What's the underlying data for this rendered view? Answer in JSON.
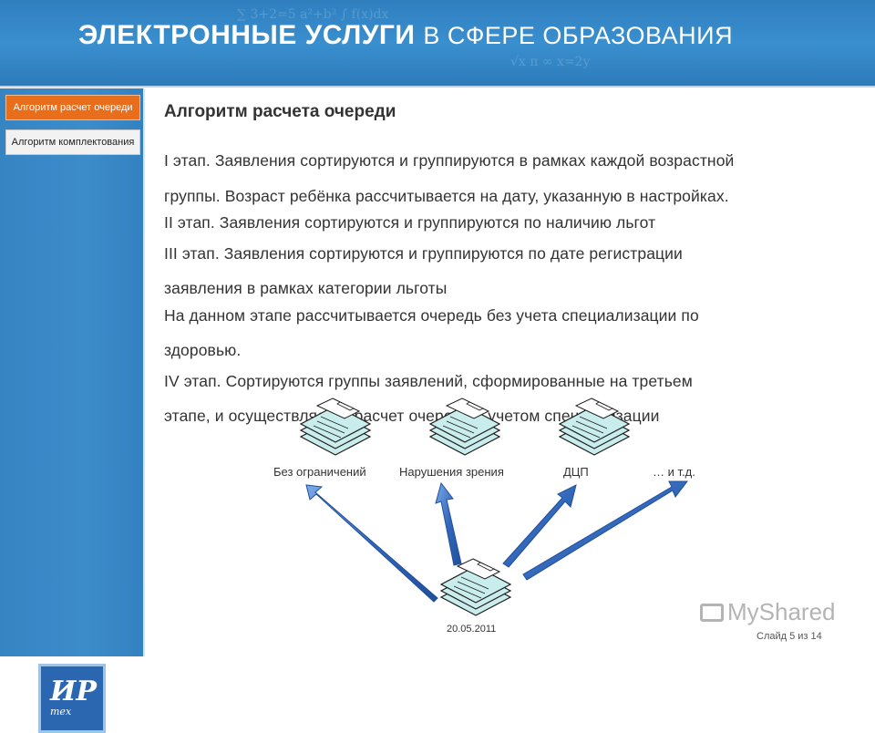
{
  "header": {
    "title_bold": "ЭЛЕКТРОННЫЕ УСЛУГИ",
    "title_light": "В СФЕРЕ ОБРАЗОВАНИЯ"
  },
  "sidebar": {
    "items": [
      {
        "label": "Алгоритм расчет очереди",
        "active": true
      },
      {
        "label": "Алгоритм комплектования",
        "active": false
      }
    ],
    "logo": {
      "mark": "ИР",
      "sub": "тех"
    }
  },
  "content": {
    "title": "Алгоритм расчета очереди",
    "paragraphs": [
      "I этап. Заявления сортируются и группируются в рамках каждой возрастной",
      "группы. Возраст ребёнка рассчитывается на дату, указанную в настройках.",
      "II этап. Заявления сортируются и группируются по наличию льгот",
      "III этап. Заявления сортируются и группируются по дате регистрации",
      "заявления в рамках категории льготы",
      "На данном этапе рассчитывается очередь без учета специализации по",
      "здоровью.",
      "IV этап. Сортируются группы заявлений, сформированные на третьем",
      "этапе, и осуществляется расчет очереди с учетом специализации"
    ]
  },
  "diagram": {
    "labels": [
      "Без ограничений",
      "Нарушения зрения",
      "ДЦП",
      "… и т.д."
    ],
    "date": "20.05.2011",
    "colors": {
      "arrow": "#2f63b5",
      "arrow_light": "#6f9fe0",
      "doc_fill": "#c9ecec",
      "doc_stroke": "#1c1c1c"
    }
  },
  "footer": {
    "page": "Слайд 5 из 14",
    "watermark": "MyShared"
  }
}
